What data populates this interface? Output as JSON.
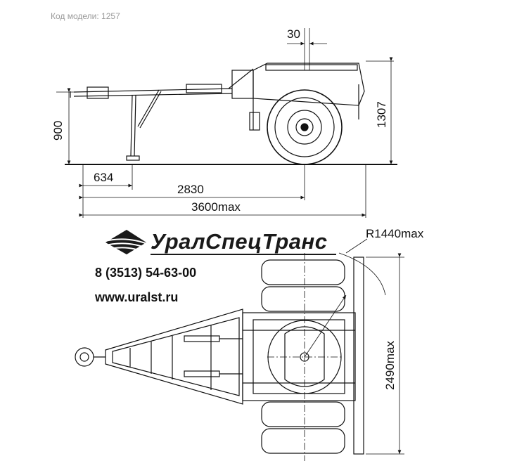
{
  "header": {
    "model_code": "Код модели: 1257"
  },
  "brand": {
    "name": "УралСпецТранс",
    "phone": "8 (3513) 54-63-00",
    "website": "www.uralst.ru"
  },
  "dimensions": {
    "side_view": {
      "offset_top": "30",
      "height_total": "1307",
      "height_hitch": "900",
      "length_support": "634",
      "length_axle": "2830",
      "length_total": "3600max"
    },
    "top_view": {
      "radius": "R1440max",
      "width_total": "2490max"
    }
  },
  "colors": {
    "line": "#111111",
    "logo": "#1a1a1a",
    "muted": "#9a9a9a"
  }
}
